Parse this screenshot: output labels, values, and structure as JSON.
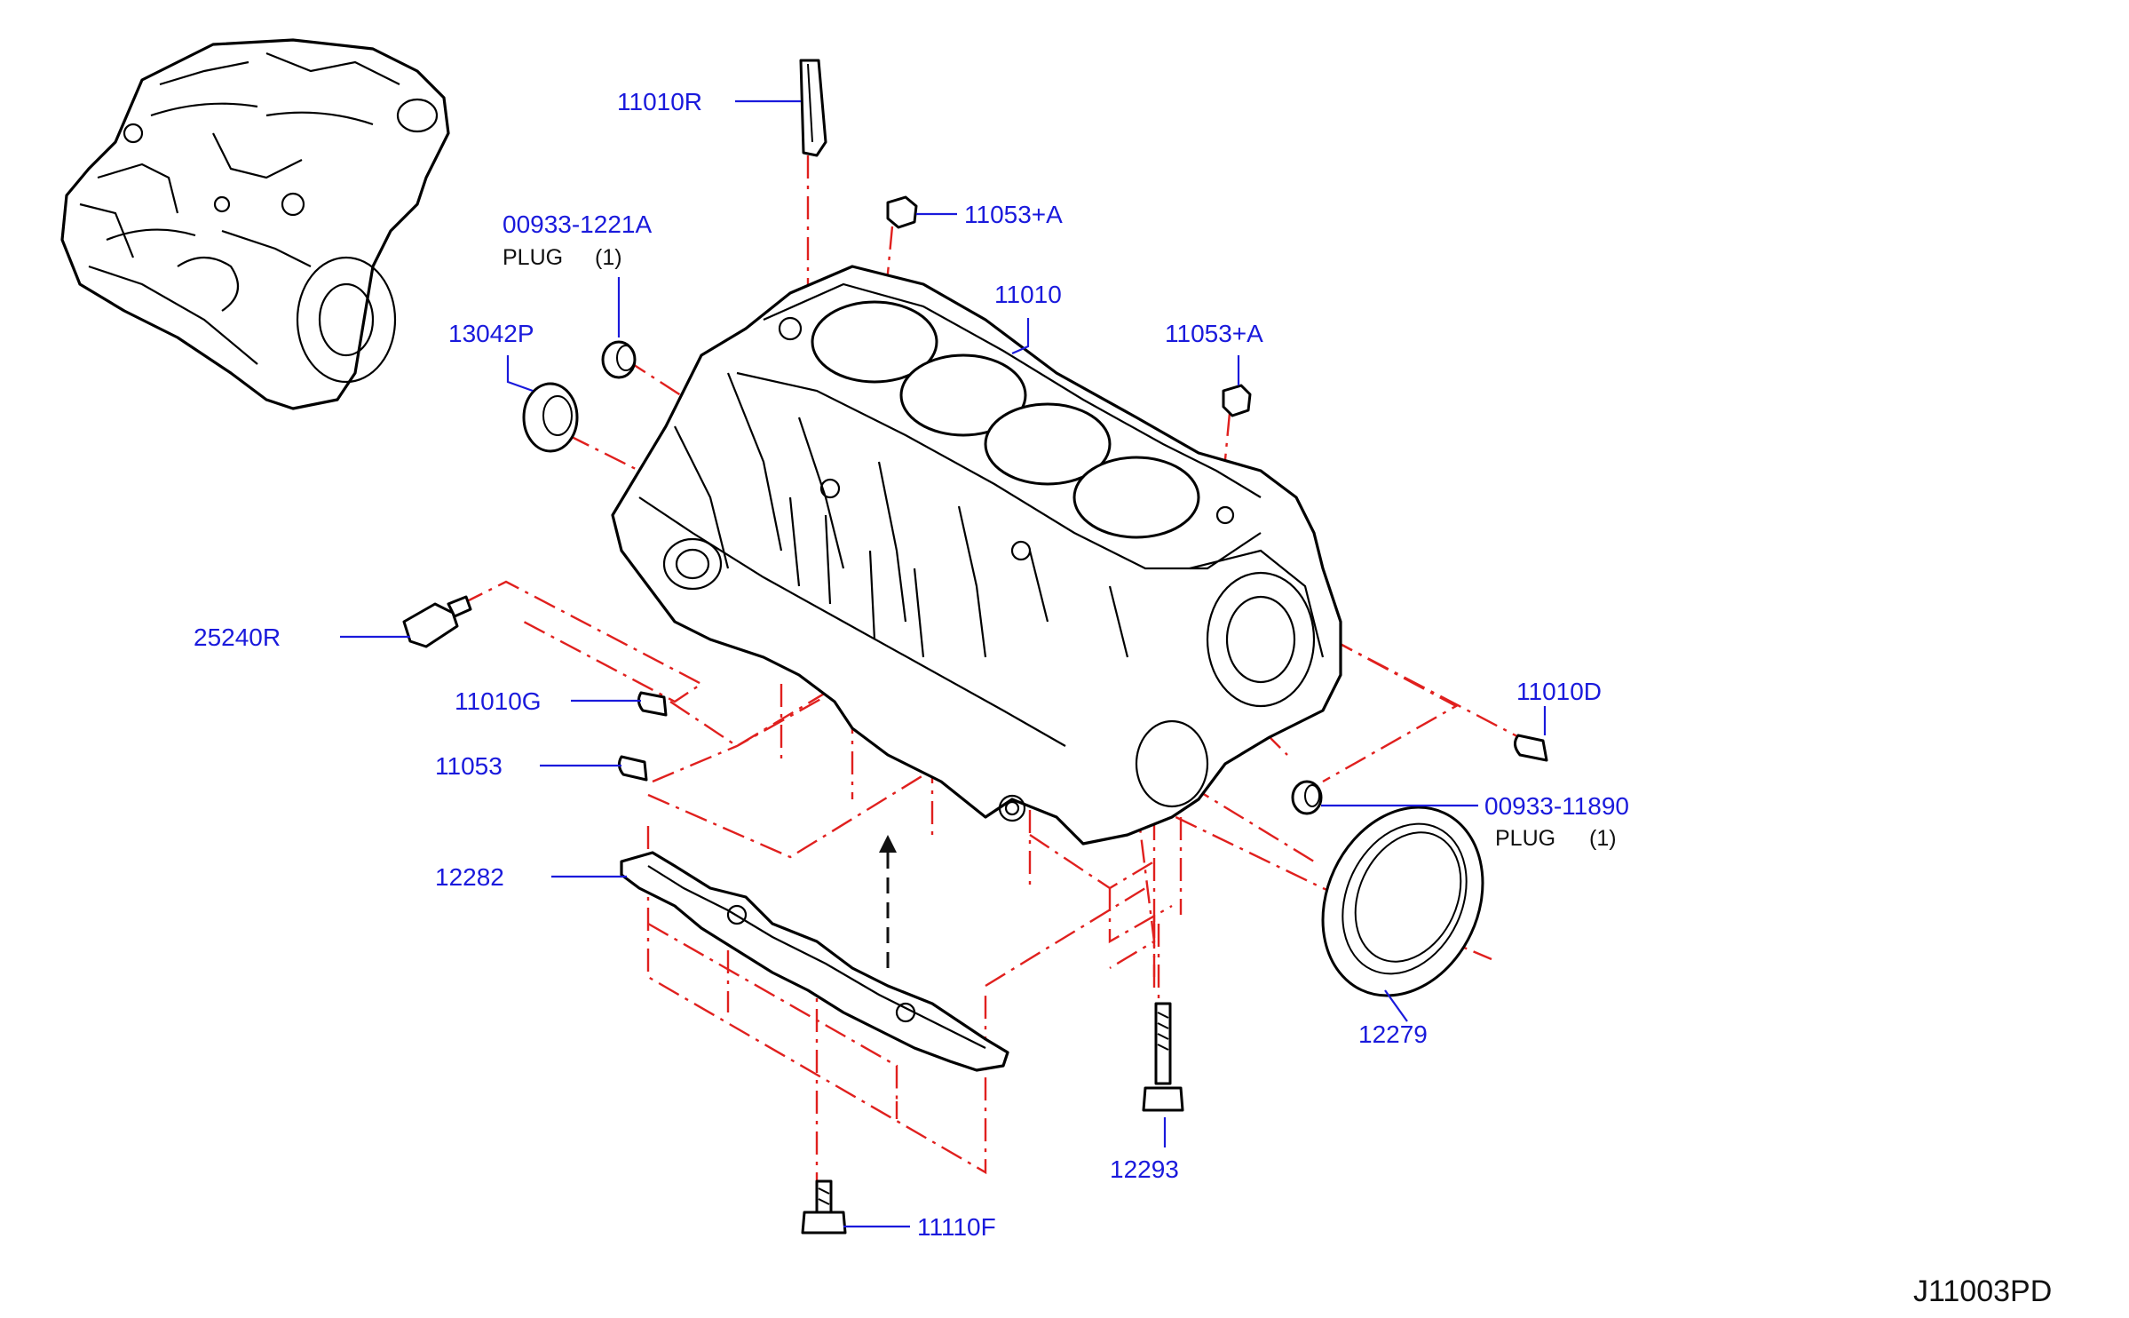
{
  "diagram_id": "J11003PD",
  "colors": {
    "callout": "#1a1adc",
    "phantom_line": "#e0201e",
    "part_line": "#000000"
  },
  "callouts": {
    "p11010R": "11010R",
    "p11053A_top": "11053+A",
    "p00933_1221A": "00933-1221A",
    "p00933_1221A_note": "PLUG",
    "p00933_1221A_qty": "(1)",
    "p11010": "11010",
    "p13042P": "13042P",
    "p11053A_right": "11053+A",
    "p25240R": "25240R",
    "p11010G": "11010G",
    "p11010D": "11010D",
    "p11053": "11053",
    "p00933_11890": "00933-11890",
    "p00933_11890_note": "PLUG",
    "p00933_11890_qty": "(1)",
    "p12282": "12282",
    "p12279": "12279",
    "p12293": "12293",
    "p11110F": "11110F"
  }
}
